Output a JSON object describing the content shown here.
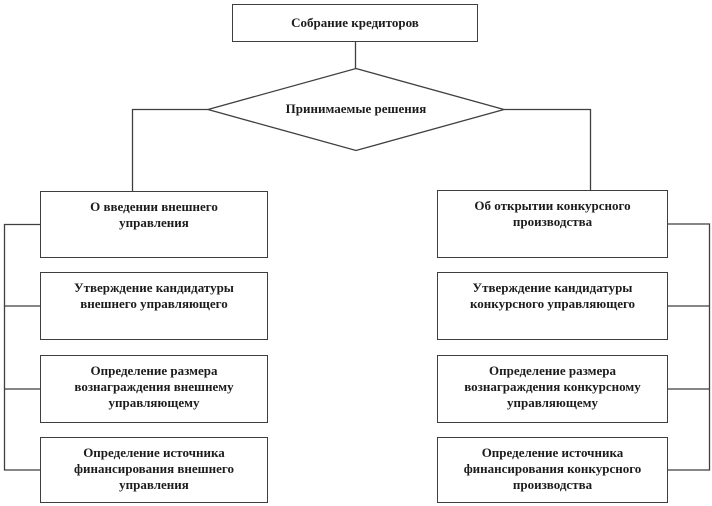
{
  "diagram": {
    "type": "flowchart",
    "root": {
      "label": "Собрание кредиторов"
    },
    "decision": {
      "label": "Принимаемые решения"
    },
    "left_branch": {
      "head": "О введении внешнего\nуправления",
      "items": [
        "Утверждение кандидатуры\nвнешнего управляющего",
        "Определение размера\nвознаграждения внешнему\nуправляющему",
        "Определение источника\nфинансирования внешнего\nуправления"
      ]
    },
    "right_branch": {
      "head": "Об открытии конкурсного\nпроизводства",
      "items": [
        "Утверждение кандидатуры\nконкурсного управляющего",
        "Определение размера\nвознаграждения конкурсному\nуправляющему",
        "Определение источника\nфинансирования конкурсного\nпроизводства"
      ]
    },
    "colors": {
      "line": "#3f3f3f",
      "text": "#1c1c1c",
      "background": "#ffffff"
    }
  }
}
